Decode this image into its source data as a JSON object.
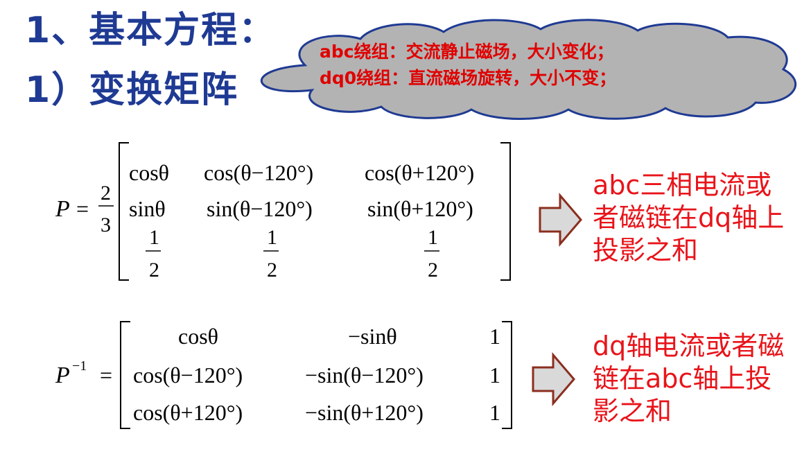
{
  "heading": {
    "line1": "1、基本方程：",
    "line2": "1）变换矩阵"
  },
  "callout": {
    "line1": "abc绕组：交流静止磁场，大小变化；",
    "line2": "dq0绕组：直流磁场旋转，大小不变；",
    "fill": "#b3b3b3",
    "stroke": "#1f3a93",
    "text_color": "#e00000"
  },
  "matrix_p": {
    "lhs": "P",
    "coef_num": "2",
    "coef_den": "3",
    "rows": [
      [
        "cosθ",
        "cos(θ−120°)",
        "cos(θ+120°)"
      ],
      [
        "sinθ",
        "sin(θ−120°)",
        "sin(θ+120°)"
      ],
      [
        "1/2",
        "1/2",
        "1/2"
      ]
    ]
  },
  "matrix_pinv": {
    "lhs": "P",
    "lhs_sup": "−1",
    "rows": [
      [
        "cosθ",
        "−sinθ",
        "1"
      ],
      [
        "cos(θ−120°)",
        "−sin(θ−120°)",
        "1"
      ],
      [
        "cos(θ+120°)",
        "−sin(θ+120°)",
        "1"
      ]
    ]
  },
  "notes": {
    "note1_lines": [
      "abc三相电流或",
      "者磁链在dq轴上",
      "投影之和"
    ],
    "note2_lines": [
      "dq轴电流或者磁",
      "链在abc轴上投",
      "影之和"
    ],
    "color": "#e8141a"
  },
  "arrow_style": {
    "fill": "#d9d9d9",
    "stroke": "#8b2e1e"
  },
  "colors": {
    "heading": "#1f3a93",
    "background": "#ffffff"
  }
}
